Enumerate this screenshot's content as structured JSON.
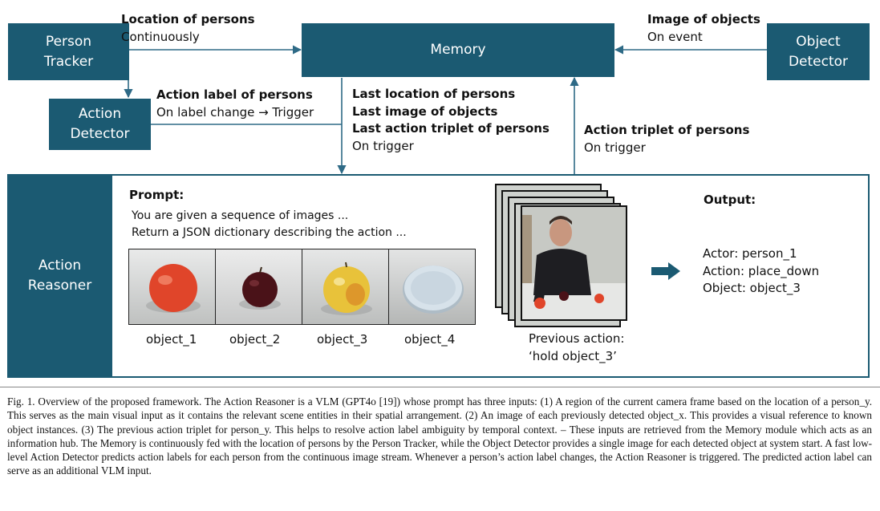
{
  "colors": {
    "box": "#1b5a72",
    "arrow": "#2e6a86",
    "text": "#111111"
  },
  "boxes": {
    "person_tracker": "Person\nTracker",
    "memory": "Memory",
    "object_detector": "Object\nDetector",
    "action_detector": "Action\nDetector",
    "action_reasoner": "Action\nReasoner"
  },
  "labels": {
    "location_title": "Location of persons",
    "location_sub": "Continuously",
    "image_title": "Image of objects",
    "image_sub": "On event",
    "action_label_title": "Action label of persons",
    "action_label_sub": "On label change → Trigger",
    "last_location": "Last location of persons",
    "last_image": "Last image of objects",
    "last_triplet": "Last action triplet of persons",
    "last_sub": "On trigger",
    "triplet_title": "Action triplet of persons",
    "triplet_sub": "On trigger"
  },
  "prompt": {
    "title": "Prompt:",
    "line1": "You are given a sequence of images ...",
    "line2": "Return a JSON dictionary describing the action ..."
  },
  "objects": [
    {
      "name": "object_1",
      "icon": "red-tomato",
      "color": "#e0452a"
    },
    {
      "name": "object_2",
      "icon": "dark-red-apple",
      "color": "#4a1218"
    },
    {
      "name": "object_3",
      "icon": "yellow-apple",
      "color": "#e8c23a"
    },
    {
      "name": "object_4",
      "icon": "white-plate",
      "color": "#c9d6e0"
    }
  ],
  "previous_action": {
    "line1": "Previous action:",
    "line2": "‘hold object_3’"
  },
  "output": {
    "title": "Output:",
    "actor": "Actor: person_1",
    "action": "Action: place_down",
    "object": "Object: object_3"
  },
  "caption": "Fig. 1.   Overview of the proposed framework. The Action Reasoner is a VLM (GPT4o [19]) whose prompt has three inputs: (1) A region of the current camera frame based on the location of a person_y. This serves as the main visual input as it contains the relevant scene entities in their spatial arrangement. (2) An image of each previously detected object_x. This provides a visual reference to known object instances. (3) The previous action triplet for person_y. This helps to resolve action label ambiguity by temporal context. – These inputs are retrieved from the Memory module which acts as an information hub. The Memory is continuously fed with the location of persons by the Person Tracker, while the Object Detector provides a single image for each detected object at system start. A fast low-level Action Detector predicts action labels for each person from the continuous image stream. Whenever a person’s action label changes, the Action Reasoner is triggered. The predicted action label can serve as an additional VLM input."
}
